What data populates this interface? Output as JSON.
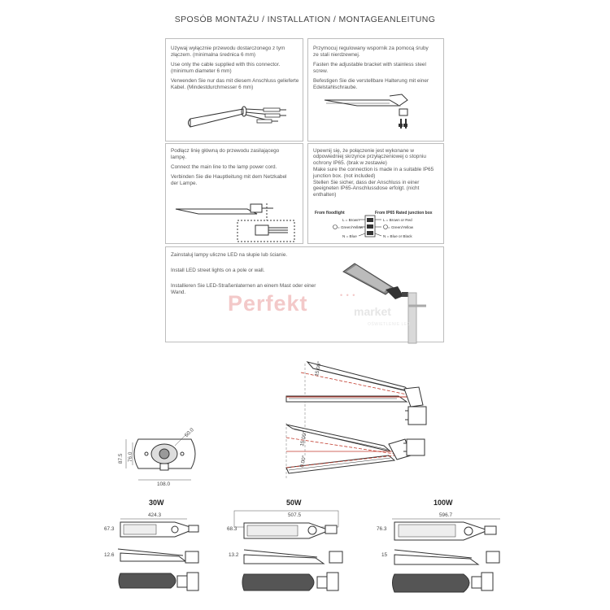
{
  "title": "SPOSÓB MONTAŻU / INSTALLATION / MONTAGEANLEITUNG",
  "panels": {
    "cable": {
      "pl": "Używaj wyłącznie przewodu dostarczonego z tym złączem. (minimalna średnica 6 mm)",
      "en": "Use only the cable supplied with this connector. (minimum diameter 6 mm)",
      "de": "Verwenden Sie nur das mit diesem Anschluss gelieferte Kabel. (Mindestdurchmesser 6 mm)"
    },
    "bracket": {
      "pl": "Przymocuj regulowany wspornik za pomocą śruby ze stali nierdzewnej.",
      "en": "Fasten the adjustable bracket with stainless steel screw.",
      "de": "Befestigen Sie die verstellbare Halterung mit einer Edelstahlschraube."
    },
    "mains": {
      "pl": "Podłącz linię główną do przewodu zasilającego lampę.",
      "en": "Connect the main line to the lamp power cord.",
      "de": "Verbinden Sie die Hauptleitung mit dem Netzkabel der Lampe."
    },
    "junction": {
      "pl": "Upewnij się, że połączenie jest wykonane w odpowiedniej skrzynce przyłączeniowej o stopniu ochrony IP65. (brak w zestawie)",
      "en": "Make sure the connection is made in a suitable IP65 junction box. (not included)",
      "de": "Stellen Sie sicher, dass der Anschluss in einer geeigneten IP65-Anschlussdose erfolgt. (nicht enthalten)",
      "from_floodlight": "From floodlight",
      "from_box": "From IP65 Rated junction box",
      "l_left": "L = Brown",
      "l_right": "L = Brown or Red",
      "g_left": "= Green/Yellow",
      "g_right": "= Green/Yellow",
      "n_left": "N = Blue",
      "n_right": "N = Blue or Black"
    },
    "install": {
      "pl": "Zainstaluj lampy uliczne LED na słupie lub ścianie.",
      "en": "Install LED street lights on a pole or wall.",
      "de": "Installieren Sie LED-Straßenlaternen an einem Mast oder einer Wand."
    }
  },
  "watermark": {
    "brand": "Perfekt",
    "sub": "market",
    "tag": "OŚWIETLENIE LED",
    "dots": "• • •"
  },
  "angles": {
    "top": "15.00°",
    "mid": "15.00°",
    "low": "0.00°"
  },
  "base_dims": {
    "d": "60.0",
    "h1": "87.5",
    "h2": "76.0",
    "w": "108.0"
  },
  "models": [
    {
      "watt": "30W",
      "length": "424.3",
      "height": "67.3",
      "thickness": "12.6"
    },
    {
      "watt": "50W",
      "length": "507.5",
      "height": "68.3",
      "thickness": "13.2"
    },
    {
      "watt": "100W",
      "length": "596.7",
      "height": "76.3",
      "thickness": "15"
    }
  ],
  "colors": {
    "border": "#bdbdbd",
    "line": "#333333",
    "laser": "#c0392b",
    "watermark": "#f3c9c9"
  }
}
